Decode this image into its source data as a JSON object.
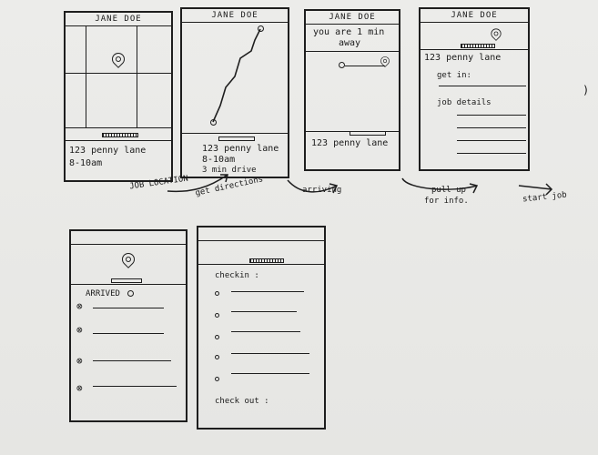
{
  "screens": {
    "s1": {
      "header": "JANE DOE",
      "address": "123 penny lane",
      "time": "8-10am"
    },
    "s2": {
      "header": "JANE DOE",
      "address": "123 penny lane",
      "time": "8-10am",
      "drive": "3 min drive"
    },
    "s3": {
      "header": "JANE DOE",
      "notice_line1": "you are 1 min",
      "notice_line2": "away",
      "address": "123 penny lane"
    },
    "s4": {
      "header": "JANE DOE",
      "address": "123 penny lane",
      "get_in": "get in:",
      "job_details": "job details"
    },
    "s5": {
      "arrived": "ARRIVED"
    },
    "s6": {
      "checkin": "checkin :",
      "checkout": "check out :"
    }
  },
  "captions": {
    "job_location": "JOB LOCATION",
    "get_directions": "get directions",
    "arriving": "arriving",
    "pull_up_line1": "pull up",
    "pull_up_line2": "for info.",
    "start_job": "start job"
  }
}
